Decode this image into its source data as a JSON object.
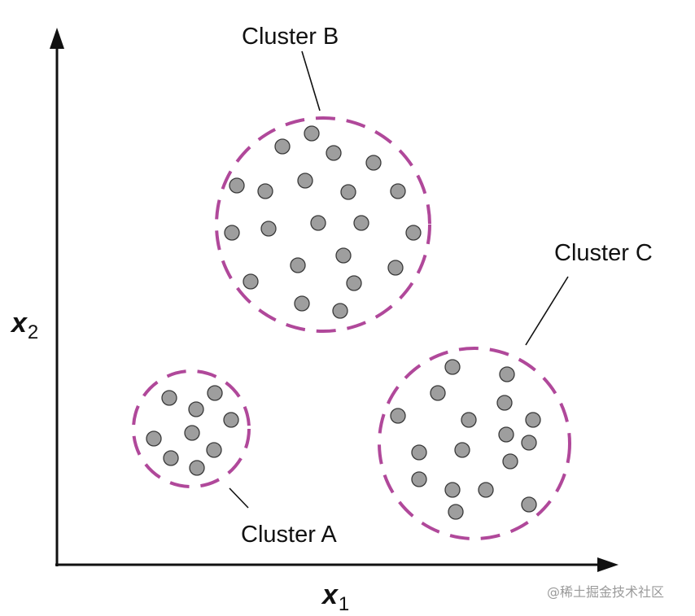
{
  "axes": {
    "x_label": "x",
    "x_sub": "1",
    "y_label": "x",
    "y_sub": "2"
  },
  "clusters": [
    {
      "id": "A",
      "label": "Cluster A",
      "color": "#b0489a"
    },
    {
      "id": "B",
      "label": "Cluster B",
      "color": "#b0489a"
    },
    {
      "id": "C",
      "label": "Cluster C",
      "color": "#b0489a"
    }
  ],
  "point_color": "#9e9e9e",
  "watermark": "@稀土掘金技术社区"
}
